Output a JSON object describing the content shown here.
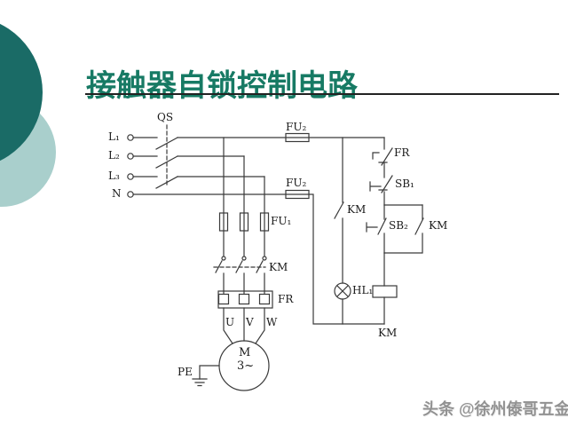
{
  "slide": {
    "title": "接触器自锁控制电路",
    "watermark": "头条 @徐州傣哥五金"
  },
  "colors": {
    "accent_dark": "#1a6b66",
    "accent_light": "#a9cfcc",
    "title_color": "#177a64",
    "line_color": "#3a3a3a"
  },
  "diagram": {
    "terminals": {
      "l1": "L₁",
      "l2": "L₂",
      "l3": "L₃",
      "n": "N"
    },
    "labels": {
      "qs": "QS",
      "fu2_top": "FU₂",
      "fu2_bottom": "FU₂",
      "fu1": "FU₁",
      "km_main": "KM",
      "fr_main": "FR",
      "u": "U",
      "v": "V",
      "w": "W",
      "motor_letter": "M",
      "motor_phase": "3~",
      "pe": "PE",
      "km_branch": "KM",
      "fr_contact": "FR",
      "sb1": "SB₁",
      "sb2": "SB₂",
      "km_aux": "KM",
      "hl1": "HL₁",
      "km_coil": "KM"
    }
  }
}
